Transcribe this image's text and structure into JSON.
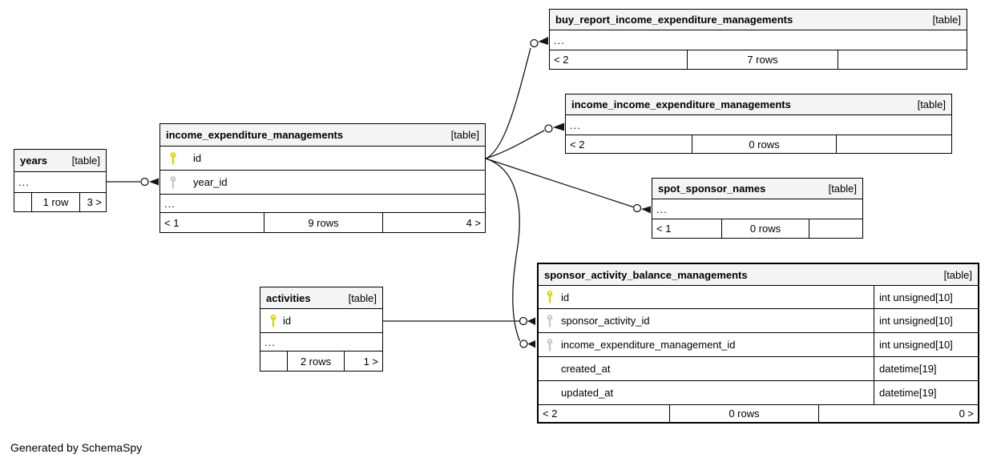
{
  "note": "Generated by SchemaSpy",
  "colors": {
    "primary_key": "#d6d600",
    "foreign_key": "#c8c8c8",
    "header_bg": "#f4f4f4"
  },
  "tables": {
    "years": {
      "name": "years",
      "tag": "[table]",
      "rows": [
        {
          "label": "..."
        }
      ],
      "footer": [
        "",
        "1 row",
        "3 >"
      ]
    },
    "income_expenditure_managements": {
      "name": "income_expenditure_managements",
      "tag": "[table]",
      "rows": [
        {
          "key": "primary",
          "label": "id"
        },
        {
          "key": "foreign",
          "label": "year_id"
        },
        {
          "label": "..."
        }
      ],
      "footer": [
        "< 1",
        "9 rows",
        "4 >"
      ]
    },
    "buy_report": {
      "name": "buy_report_income_expenditure_managements",
      "tag": "[table]",
      "rows": [
        {
          "label": "..."
        }
      ],
      "footer": [
        "< 2",
        "7 rows",
        ""
      ]
    },
    "income_income": {
      "name": "income_income_expenditure_managements",
      "tag": "[table]",
      "rows": [
        {
          "label": "..."
        }
      ],
      "footer": [
        "< 2",
        "0 rows",
        ""
      ]
    },
    "spot_sponsor_names": {
      "name": "spot_sponsor_names",
      "tag": "[table]",
      "rows": [
        {
          "label": "..."
        }
      ],
      "footer": [
        "< 1",
        "0 rows",
        ""
      ]
    },
    "sponsor_activity_balance_managements": {
      "name": "sponsor_activity_balance_managements",
      "tag": "[table]",
      "rows": [
        {
          "key": "primary",
          "label": "id",
          "type": "int unsigned[10]"
        },
        {
          "key": "foreign",
          "label": "sponsor_activity_id",
          "type": "int unsigned[10]"
        },
        {
          "key": "foreign",
          "label": "income_expenditure_management_id",
          "type": "int unsigned[10]"
        },
        {
          "label": "created_at",
          "type": "datetime[19]"
        },
        {
          "label": "updated_at",
          "type": "datetime[19]"
        }
      ],
      "footer": [
        "< 2",
        "0 rows",
        "0 >"
      ]
    },
    "activities": {
      "name": "activities",
      "tag": "[table]",
      "rows": [
        {
          "key": "primary",
          "label": "id"
        },
        {
          "label": "..."
        }
      ],
      "footer": [
        "",
        "2 rows",
        "1 >"
      ]
    }
  }
}
